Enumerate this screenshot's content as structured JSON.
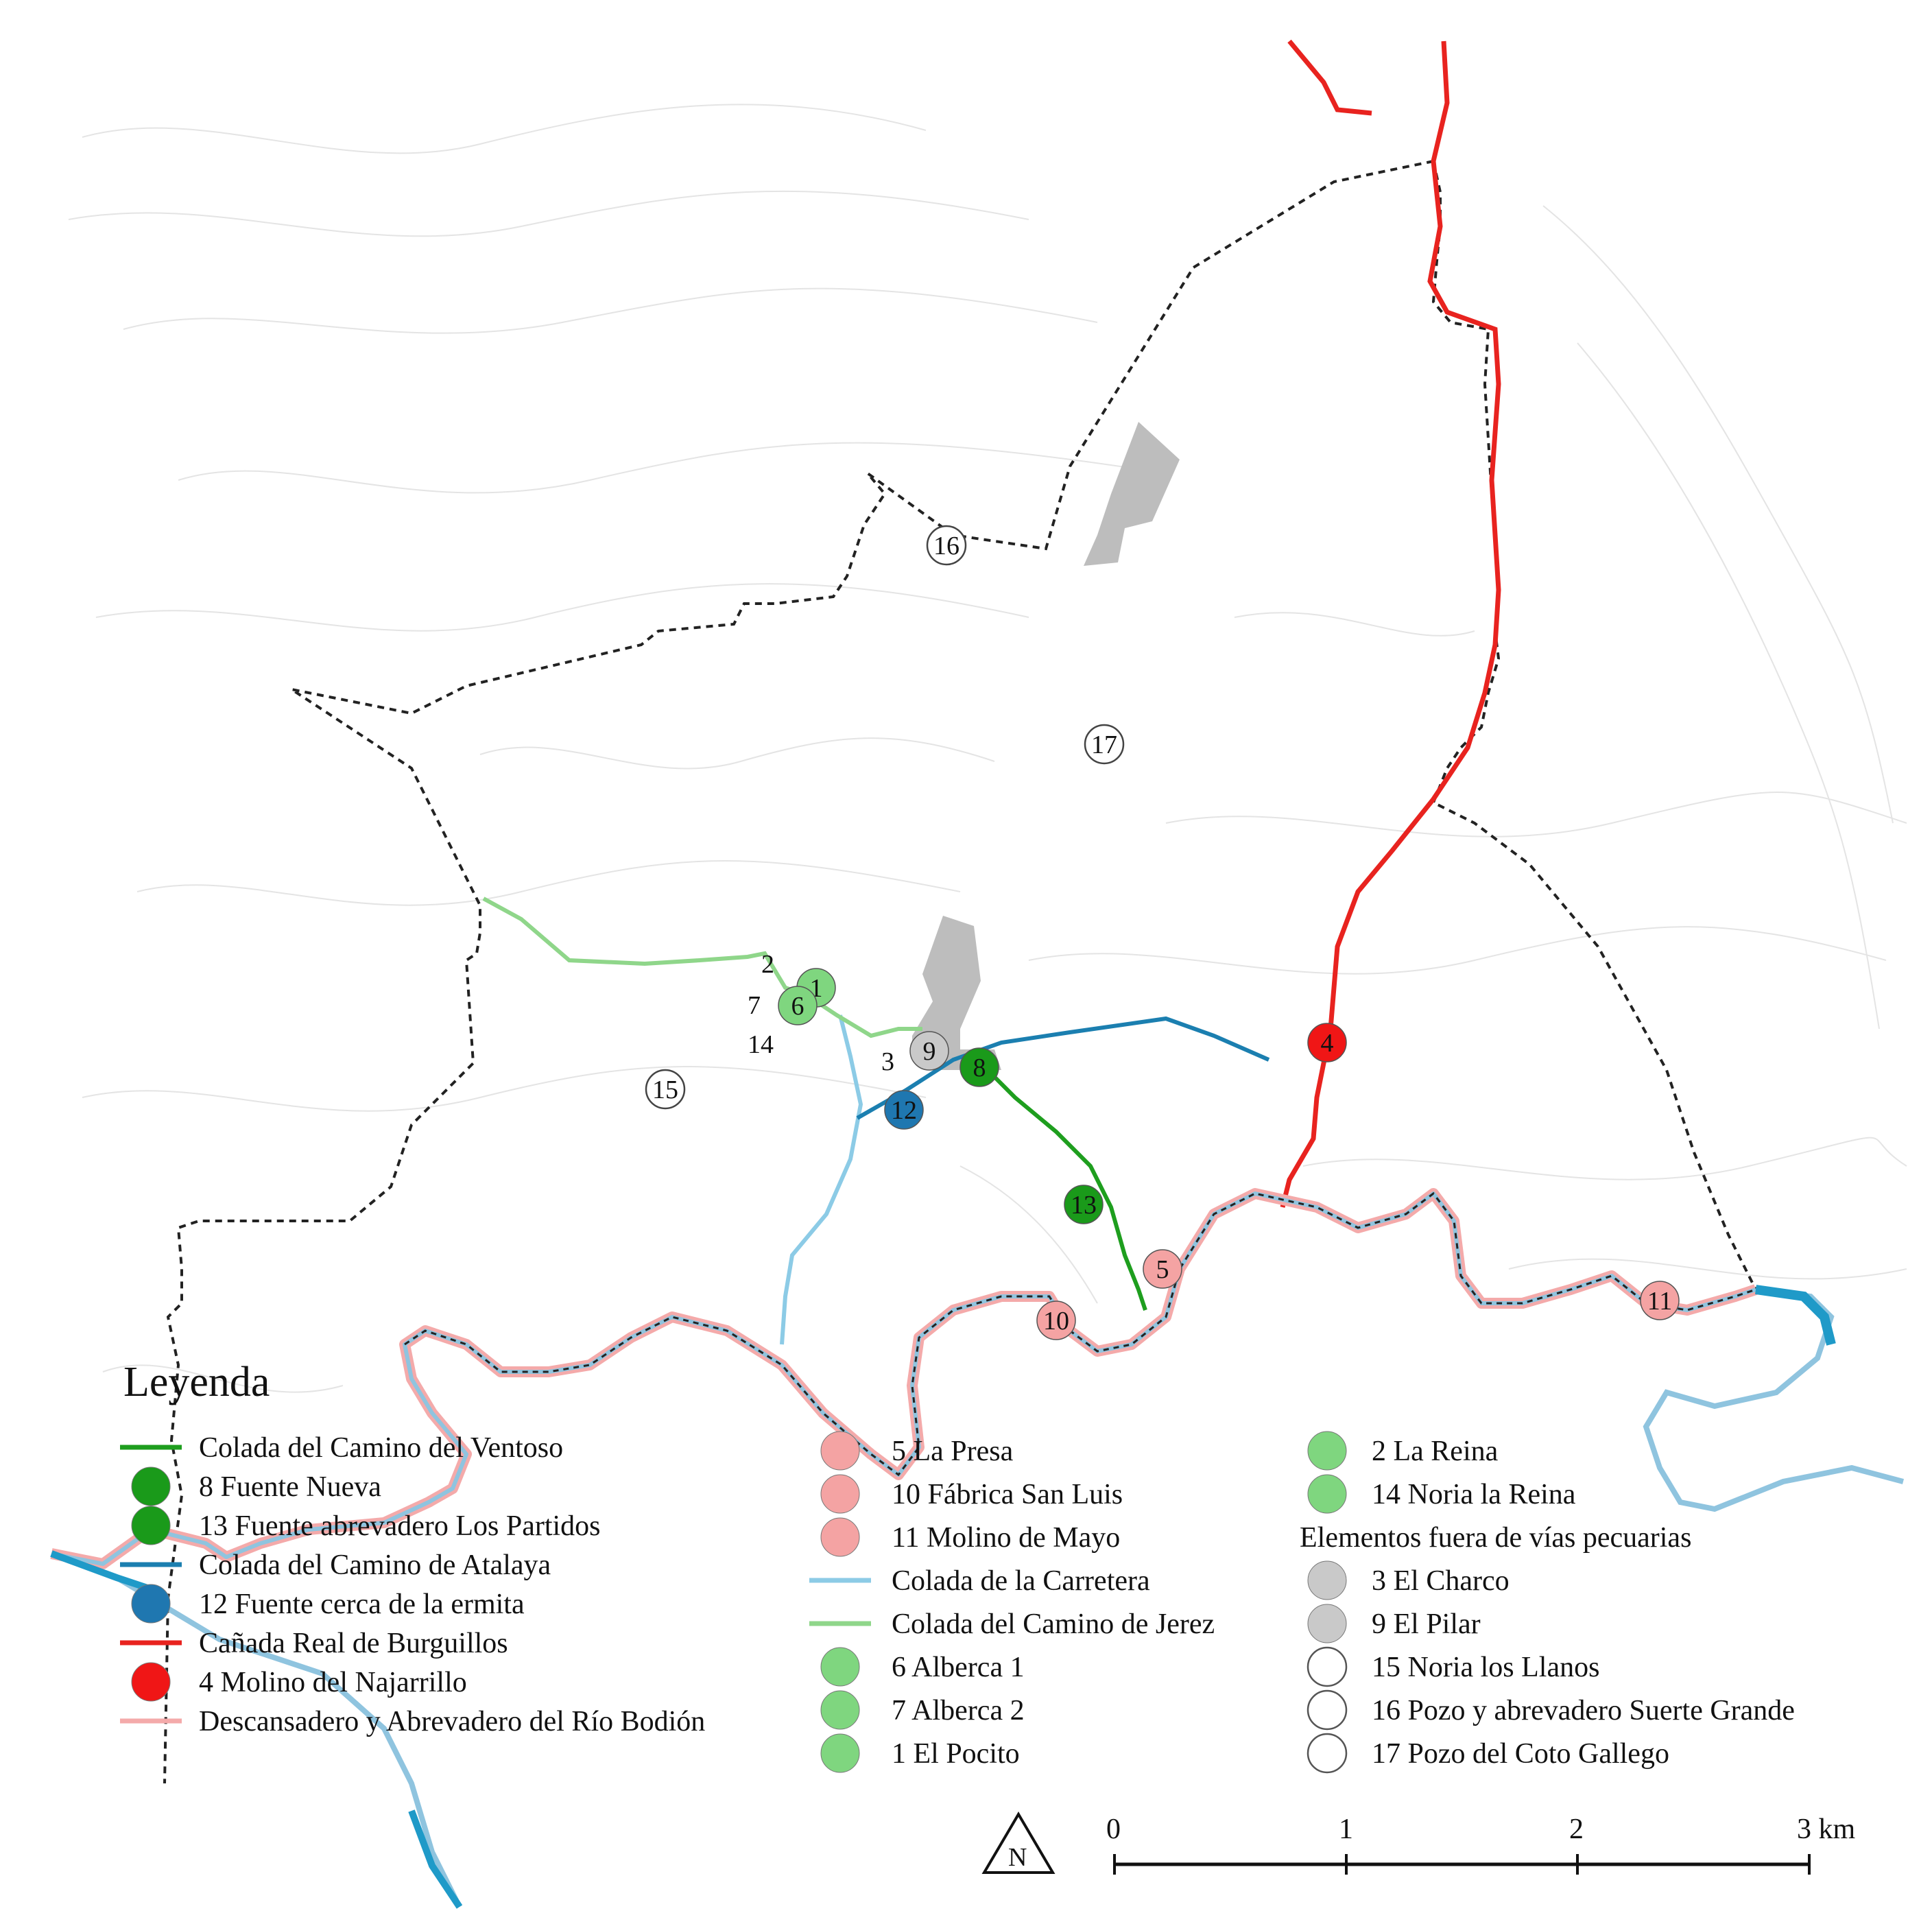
{
  "legend": {
    "title": "Leyenda",
    "col1": [
      {
        "kind": "line",
        "color": "#1e9e1e",
        "label": "Colada del Camino del Ventoso"
      },
      {
        "kind": "dot",
        "color": "#1a9a1a",
        "label": "8 Fuente Nueva"
      },
      {
        "kind": "dot",
        "color": "#1a9a1a",
        "label": "13 Fuente abrevadero Los Partidos"
      },
      {
        "kind": "line",
        "color": "#1b7fb0",
        "label": "Colada del Camino de Atalaya"
      },
      {
        "kind": "dot",
        "color": "#1f77b0",
        "label": "12 Fuente cerca de la ermita"
      },
      {
        "kind": "line",
        "color": "#e8231f",
        "label": "Cañada Real de Burguillos"
      },
      {
        "kind": "dot",
        "color": "#f01616",
        "label": "4 Molino del Najarrillo"
      },
      {
        "kind": "line",
        "color": "#f4aaaa",
        "label": "Descansadero y Abrevadero del Río Bodión"
      }
    ],
    "col2": [
      {
        "kind": "dot",
        "color": "#f4a3a3",
        "label": "5 La Presa"
      },
      {
        "kind": "dot",
        "color": "#f4a3a3",
        "label": "10 Fábrica San Luis"
      },
      {
        "kind": "dot",
        "color": "#f4a3a3",
        "label": "11 Molino de Mayo"
      },
      {
        "kind": "line",
        "color": "#8ccbe6",
        "label": "Colada de la Carretera"
      },
      {
        "kind": "line",
        "color": "#8fd68a",
        "label": "Colada del Camino de Jerez"
      },
      {
        "kind": "dot",
        "color": "#7fd67f",
        "label": "6 Alberca 1"
      },
      {
        "kind": "dot",
        "color": "#7fd67f",
        "label": "7 Alberca 2"
      },
      {
        "kind": "dot",
        "color": "#7fd67f",
        "label": "1 El Pocito"
      }
    ],
    "col3": [
      {
        "kind": "dot",
        "color": "#7fd67f",
        "label": "2 La Reina"
      },
      {
        "kind": "dot",
        "color": "#7fd67f",
        "label": "14 Noria la Reina"
      },
      {
        "kind": "heading",
        "color": "",
        "label": "Elementos fuera de vías pecuarias"
      },
      {
        "kind": "dot",
        "color": "#c9c9c9",
        "label": "3 El Charco"
      },
      {
        "kind": "dot",
        "color": "#c9c9c9",
        "label": "9 El Pilar"
      },
      {
        "kind": "dot",
        "color": "#ffffff",
        "label": "15 Noria los Llanos"
      },
      {
        "kind": "dot",
        "color": "#ffffff",
        "label": "16 Pozo y abrevadero Suerte Grande"
      },
      {
        "kind": "dot",
        "color": "#ffffff",
        "label": "17 Pozo del Coto Gallego"
      }
    ]
  },
  "points": [
    {
      "id": "1",
      "fill": "#7fd67f"
    },
    {
      "id": "6",
      "fill": "#7fd67f"
    },
    {
      "id": "9",
      "fill": "#c9c9c9"
    },
    {
      "id": "8",
      "fill": "#1a9a1a"
    },
    {
      "id": "12",
      "fill": "#1f77b0"
    },
    {
      "id": "13",
      "fill": "#1a9a1a"
    },
    {
      "id": "4",
      "fill": "#f01616"
    },
    {
      "id": "5",
      "fill": "#f4a3a3"
    },
    {
      "id": "10",
      "fill": "#f4a3a3"
    },
    {
      "id": "11",
      "fill": "#f4a3a3"
    },
    {
      "id": "15",
      "fill": "#ffffff"
    },
    {
      "id": "16",
      "fill": "#ffffff"
    },
    {
      "id": "17",
      "fill": "#ffffff"
    }
  ],
  "plain_labels": [
    "2",
    "7",
    "14",
    "3"
  ],
  "north": "N",
  "scale": {
    "ticks": [
      "0",
      "1",
      "2",
      "3 km"
    ]
  }
}
